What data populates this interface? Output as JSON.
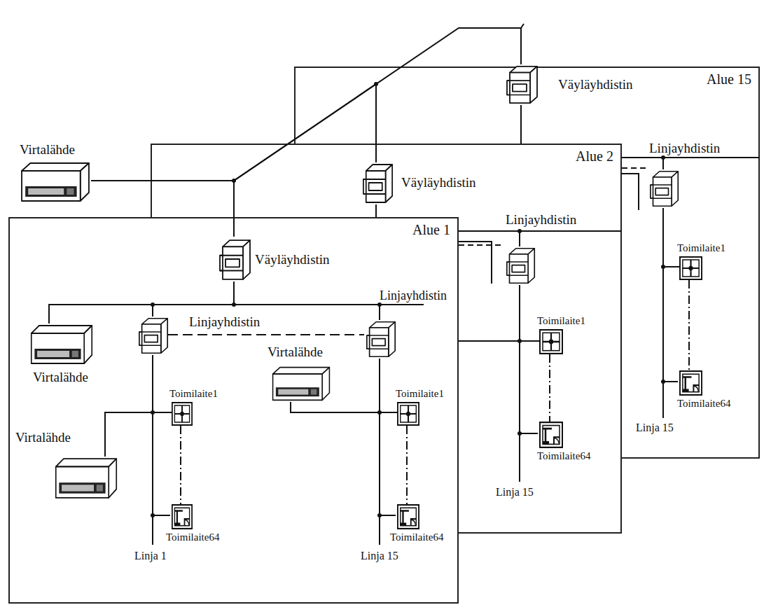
{
  "diagram": {
    "nodes": [
      {
        "text": [
          "Alue 15"
        ]
      },
      {
        "text": [
          "Väyläyhdistin"
        ],
        "in": 0
      },
      {
        "text": [
          "Linjayhdistin"
        ],
        "in": 0
      },
      {
        "text": [
          "Toimilaite1"
        ],
        "in": 0
      },
      {
        "text": [
          "Toimilaite64"
        ],
        "in": 0
      },
      {
        "text": [
          "Virtalähde"
        ]
      },
      {
        "text": [
          "Alue 2"
        ]
      },
      {
        "text": [
          "Väyläyhdistin"
        ],
        "in": 6
      },
      {
        "text": [
          "Linjayhdistin"
        ],
        "in": 6
      },
      {
        "text": [
          "Toimilaite1"
        ],
        "in": 6
      },
      {
        "text": [
          "Toimilaite64"
        ],
        "in": 6
      },
      {
        "text": [
          "Alue 1"
        ]
      },
      {
        "text": [
          "Väyläyhdistin"
        ],
        "in": 11
      },
      {
        "text": [
          "Virtalähde"
        ],
        "in": 11
      },
      {
        "text": [
          "Linjayhdistin"
        ],
        "in": 11
      },
      {
        "text": [
          "Linjayhdistin"
        ],
        "in": 11
      },
      {
        "text": [
          "Virtalähde"
        ],
        "in": 11
      },
      {
        "text": [
          "Virtalähde"
        ],
        "in": 11
      },
      {
        "text": [
          "Toimilaite1"
        ],
        "in": 11
      },
      {
        "text": [
          "Toimilaite64"
        ],
        "in": 11
      },
      {
        "text": [
          "Toimilaite1"
        ],
        "in": 11
      },
      {
        "text": [
          "Toimilaite64"
        ],
        "in": 11
      }
    ],
    "edges": [
      {
        "from": 5,
        "to": 12,
        "arrow": "none"
      },
      {
        "from": 5,
        "to": 7,
        "arrow": "none"
      },
      {
        "from": 5,
        "to": 1,
        "arrow": "none"
      },
      {
        "from": 1,
        "to": 2,
        "arrow": "none"
      },
      {
        "from": 2,
        "to": 3,
        "arrow": "none"
      },
      {
        "from": 3,
        "to": 4,
        "arrow": "none"
      },
      {
        "from": 7,
        "to": 8,
        "arrow": "none"
      },
      {
        "from": 8,
        "to": 9,
        "arrow": "none"
      },
      {
        "from": 9,
        "to": 10,
        "arrow": "none"
      },
      {
        "from": 12,
        "to": 14,
        "arrow": "none"
      },
      {
        "from": 12,
        "to": 15,
        "arrow": "none"
      },
      {
        "from": 13,
        "to": 12,
        "arrow": "none"
      },
      {
        "from": 14,
        "to": 18,
        "arrow": "none"
      },
      {
        "from": 17,
        "to": 18,
        "arrow": "none"
      },
      {
        "from": 18,
        "to": 19,
        "arrow": "none"
      },
      {
        "from": 15,
        "to": 20,
        "arrow": "none"
      },
      {
        "from": 16,
        "to": 20,
        "arrow": "none"
      },
      {
        "from": 20,
        "to": 21,
        "arrow": "none"
      }
    ],
    "labels": [
      "Linja 15",
      "Linja 15",
      "Linja 1",
      "Linja 15"
    ]
  }
}
